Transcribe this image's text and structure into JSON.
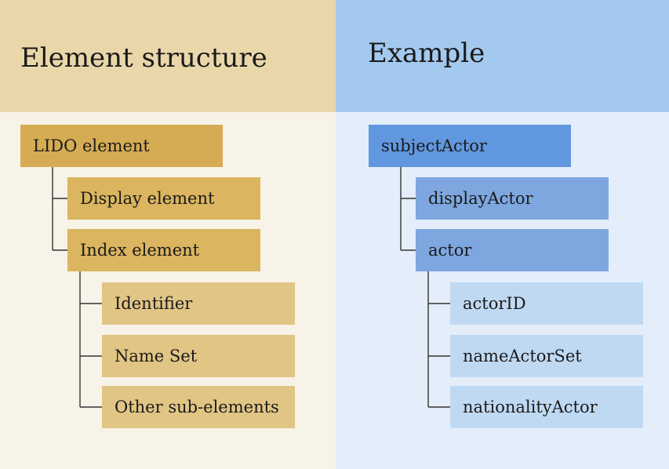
{
  "left": {
    "title": "Element structure",
    "root": "LIDO element",
    "children": [
      "Display element",
      "Index element"
    ],
    "grandchildren": [
      "Identifier",
      "Name Set",
      "Other sub-elements"
    ]
  },
  "right": {
    "title": "Example",
    "root": "subjectActor",
    "children": [
      "displayActor",
      "actor"
    ],
    "grandchildren": [
      "actorID",
      "nameActorSet",
      "nationalityActor"
    ]
  },
  "colors": {
    "left_header": "#ead7a9",
    "left_background": "#f8f3e8",
    "right_header": "#a4c9ee",
    "right_background": "#e4eefa",
    "gold_root": "#d5ac54",
    "gold_child": "#dbb55f",
    "gold_grandchild": "#e1c585",
    "blue_root": "#6197de",
    "blue_child": "#7ea7e0",
    "blue_grandchild": "#c0d9f3"
  }
}
